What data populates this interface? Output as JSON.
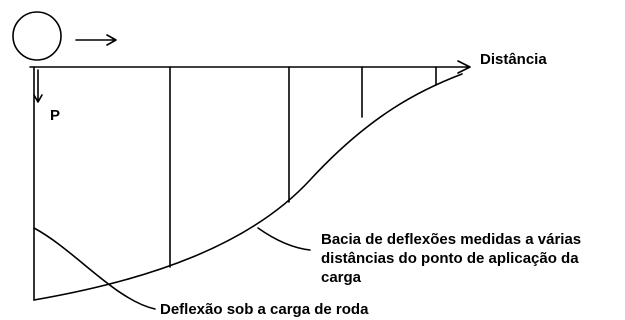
{
  "diagram": {
    "axis_label": "Distância",
    "load_label": "P",
    "basin_label": [
      "Bacia de deflexões medidas a várias",
      "distâncias do ponto de aplicação da",
      "carga"
    ],
    "deflection_label": "Deflexão sob a carga de roda",
    "ink_color": "#000000",
    "background_color": "#ffffff"
  }
}
